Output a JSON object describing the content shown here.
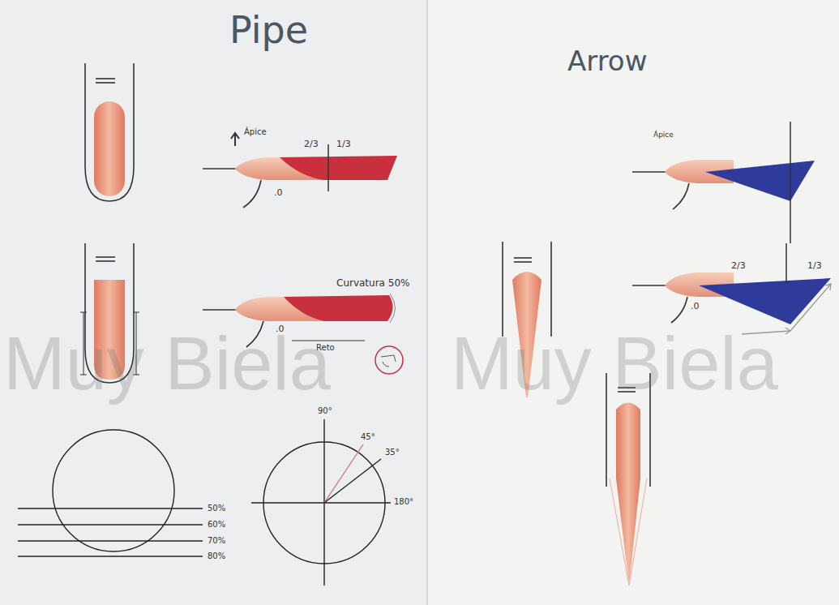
{
  "diagram": {
    "labels": [
      "Pipe",
      "Ápice",
      "2/3",
      "1/3",
      ".0",
      "Curvatura 50%",
      ".0",
      "Reto",
      "50%",
      "60%",
      "70%",
      "80%",
      "90°",
      "45°",
      "35°",
      "180°",
      "Arrow",
      "Ápice",
      "2/3",
      "1/3",
      ".0",
      "Muy Biela",
      "Muy Biela"
    ]
  }
}
